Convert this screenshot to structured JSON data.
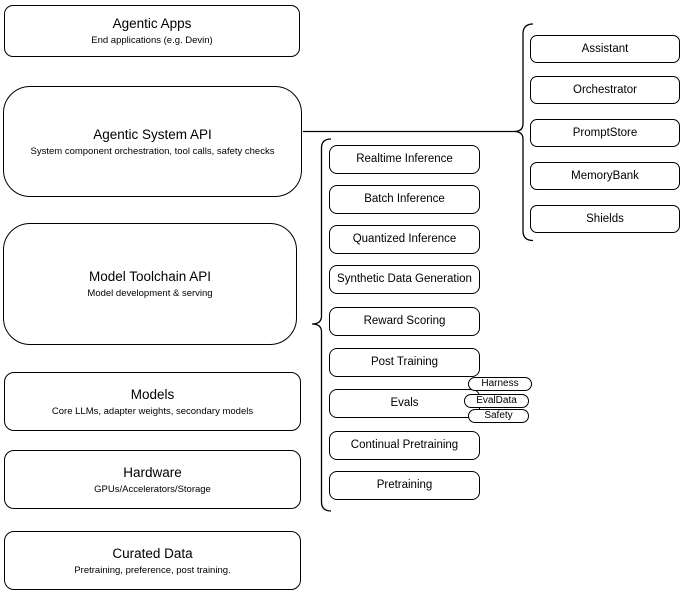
{
  "diagram": {
    "stack": [
      {
        "title": "Agentic Apps",
        "subtitle": "End applications (e.g. Devin)"
      },
      {
        "title": "Agentic System API",
        "subtitle": "System component orchestration, tool calls, safety checks"
      },
      {
        "title": "Model Toolchain API",
        "subtitle": "Model development & serving"
      },
      {
        "title": "Models",
        "subtitle": "Core LLMs, adapter weights, secondary models"
      },
      {
        "title": "Hardware",
        "subtitle": "GPUs/Accelerators/Storage"
      },
      {
        "title": "Curated Data",
        "subtitle": "Pretraining, preference, post training."
      }
    ],
    "toolchain_components": [
      "Realtime Inference",
      "Batch Inference",
      "Quantized Inference",
      "Synthetic Data Generation",
      "Reward Scoring",
      "Post Training",
      "Evals",
      "Continual Pretraining",
      "Pretraining"
    ],
    "evals_tags": [
      "Harness",
      "EvalData",
      "Safety"
    ],
    "system_components": [
      "Assistant",
      "Orchestrator",
      "PromptStore",
      "MemoryBank",
      "Shields"
    ],
    "colors": {
      "stroke": "#000000",
      "fill": "#ffffff",
      "background": "#ffffff"
    }
  }
}
